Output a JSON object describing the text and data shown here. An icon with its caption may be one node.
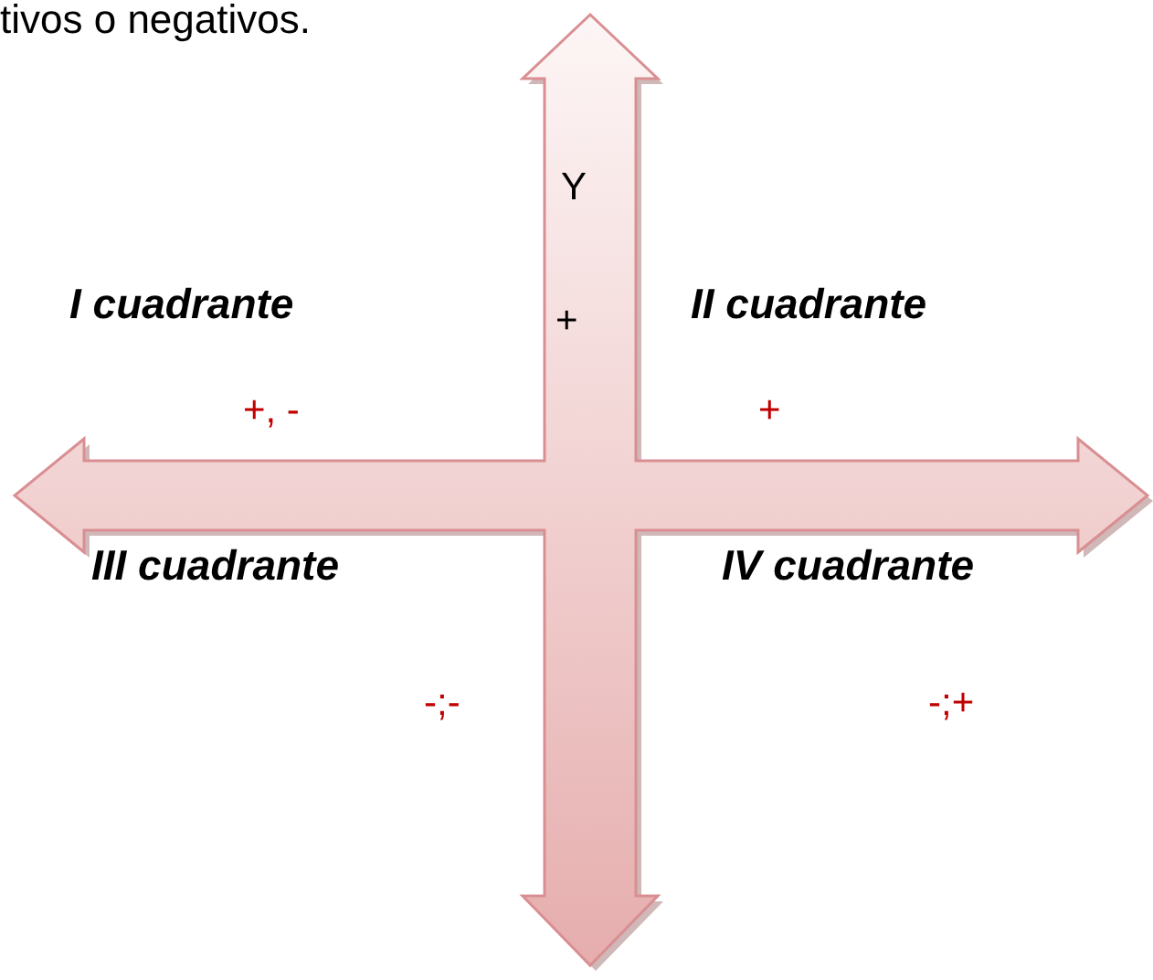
{
  "diagram": {
    "labels": [
      "tivos o negativos.",
      "Y",
      "+",
      "I cuadrante",
      "II cuadrante",
      "+, -",
      "+",
      "III cuadrante",
      "IV cuadrante",
      "-;-",
      "-;+"
    ]
  }
}
